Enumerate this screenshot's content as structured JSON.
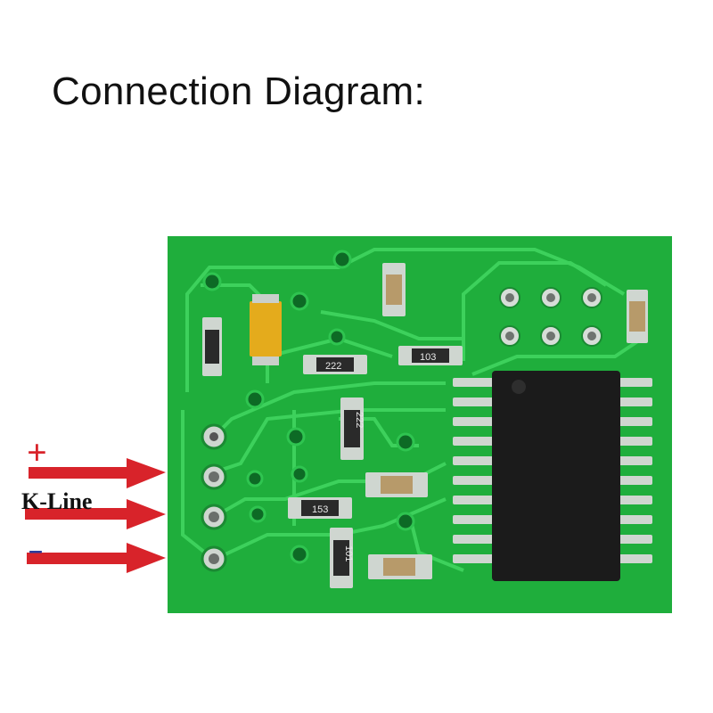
{
  "title": "Connection Diagram:",
  "labels": {
    "plus": "+",
    "kline": "K-Line",
    "minus": "--"
  },
  "silkscreen": {
    "r1": "222",
    "r2": "103",
    "r3": "153",
    "r4": "222",
    "r5": "101"
  },
  "colors": {
    "pcb": "#1fae3c",
    "trace": "#3ad45b",
    "pad": "#cfd6d0",
    "chip": "#1b1b1b",
    "arrow": "#d8232a",
    "minus": "#2a3b9c"
  },
  "icons": {
    "arrow": "arrow-right-icon"
  }
}
